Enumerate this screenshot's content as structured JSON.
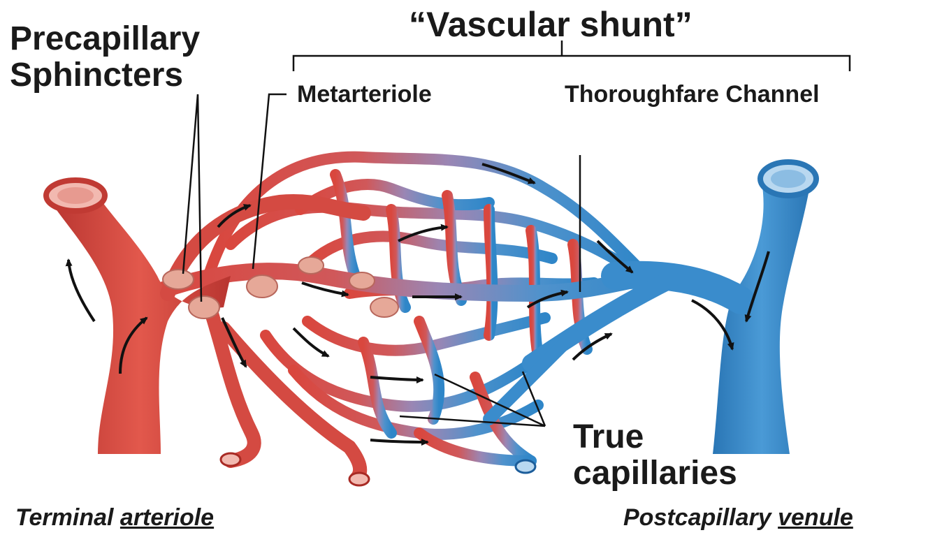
{
  "labels": {
    "vascular_shunt": "“Vascular shunt”",
    "precapillary_line1": "Precapillary",
    "precapillary_line2": "Sphincters",
    "metarteriole": "Metarteriole",
    "thoroughfare_channel": "Thoroughfare Channel",
    "true_line1": "True",
    "true_line2": "capillaries",
    "terminal_prefix": "Terminal ",
    "terminal_underlined": "arteriole",
    "post_prefix": "Postcapillary ",
    "post_underlined": "venule"
  },
  "colors": {
    "arterial": "#d9473e",
    "arterial_dark": "#a82a24",
    "venous": "#2f86c8",
    "venous_dark": "#1c5d9a",
    "sphincter": "#e3a090",
    "text": "#1a1a1a"
  }
}
